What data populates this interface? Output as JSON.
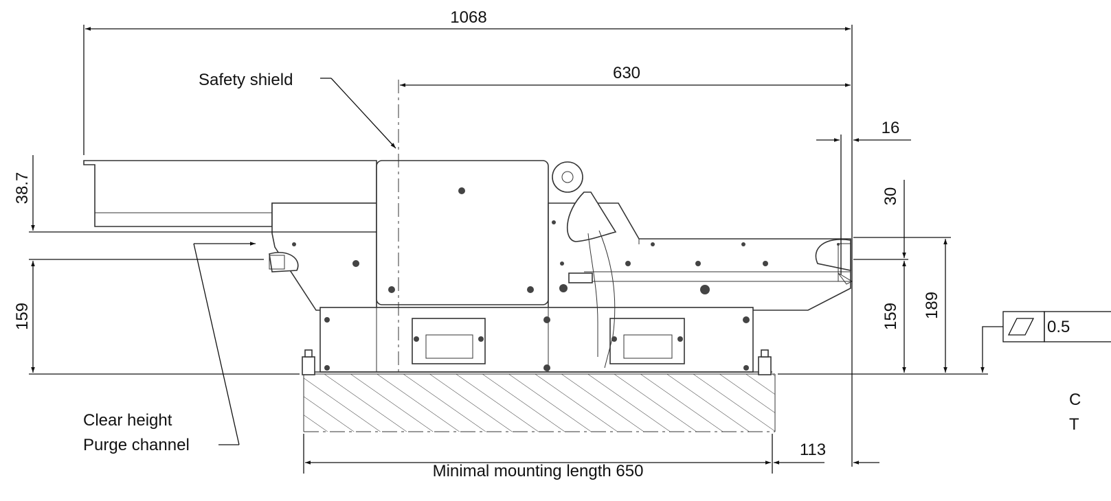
{
  "dimensions": {
    "overall_length": "1068",
    "shield_to_end": "630",
    "end_offset": "16",
    "top_height_left": "38.7",
    "height_left": "159",
    "top_height_right": "30",
    "height_right": "159",
    "total_height_right": "189",
    "end_to_mount": "113"
  },
  "labels": {
    "safety_shield": "Safety shield",
    "clear_height_line1": "Clear height",
    "clear_height_line2": "Purge channel",
    "mounting_length": "Minimal mounting length 650"
  },
  "tolerance": {
    "symbol": "flatness",
    "value": "0.5"
  },
  "cut_off_text": {
    "line1": "C",
    "line2": "T"
  }
}
